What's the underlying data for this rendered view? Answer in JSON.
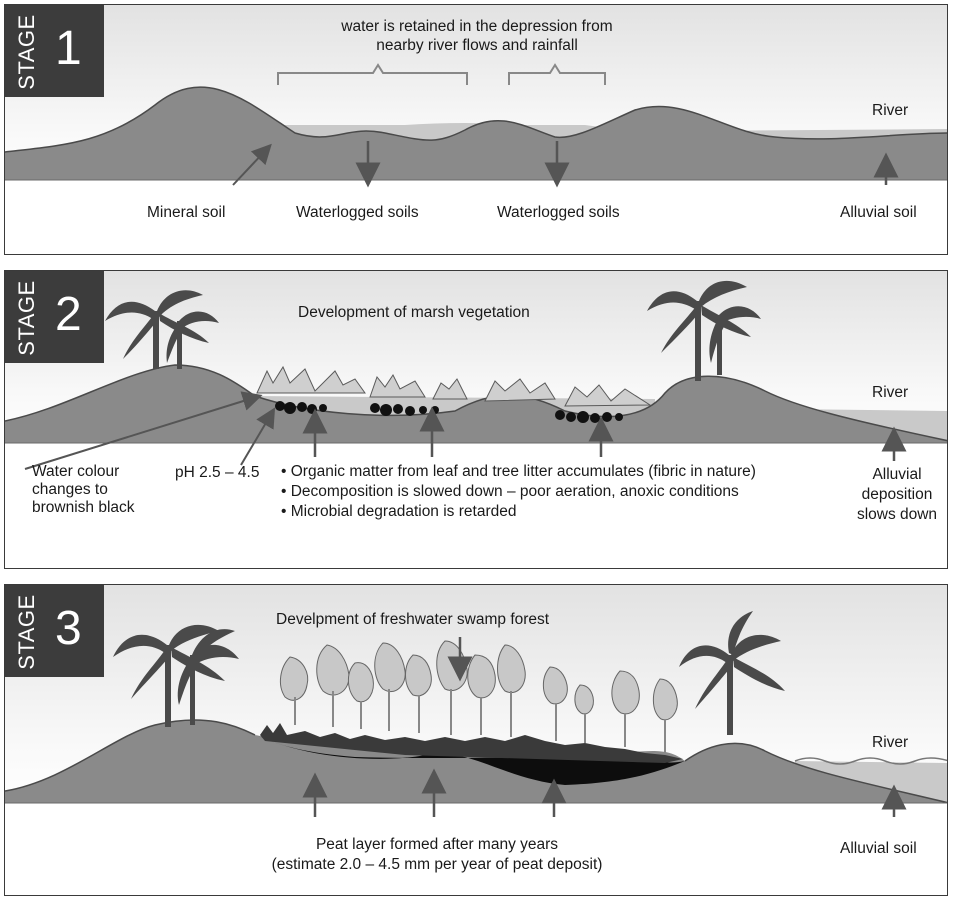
{
  "stages": [
    {
      "stage_word": "STAGE",
      "stage_number": "1",
      "labels": {
        "top_note": "water is retained in the depression from\nnearby river flows and rainfall",
        "river": "River",
        "mineral_soil": "Mineral soil",
        "waterlogged_1": "Waterlogged soils",
        "waterlogged_2": "Waterlogged soils",
        "alluvial_soil": "Alluvial soil"
      }
    },
    {
      "stage_word": "STAGE",
      "stage_number": "2",
      "labels": {
        "title": "Development of marsh vegetation",
        "river": "River",
        "water_colour": "Water colour\nchanges to\nbrownish black",
        "ph": "pH 2.5 – 4.5",
        "alluvial_deposition": "Alluvial\ndeposition\nslows down"
      },
      "bullets": [
        "Organic matter from leaf and tree litter accumulates (fibric in nature)",
        "Decomposition is slowed down – poor aeration, anoxic conditions",
        "Microbial degradation is retarded"
      ]
    },
    {
      "stage_word": "STAGE",
      "stage_number": "3",
      "labels": {
        "title": "Develpment of freshwater swamp forest",
        "river": "River",
        "peat": "Peat layer formed after many years\n(estimate 2.0 – 4.5 mm per year of peat deposit)",
        "alluvial_soil": "Alluvial soil"
      }
    }
  ],
  "colors": {
    "sky_top": "#e2e2e2",
    "ground": "#8a8a8a",
    "ground_line": "#4a4a4a",
    "water": "#c9c9c9",
    "peat": "#0d0d0d",
    "stage_tab": "#3c3c3c",
    "arrow": "#555555",
    "tree_dark": "#4a4a4a",
    "tree_light": "#b0b0b0"
  }
}
